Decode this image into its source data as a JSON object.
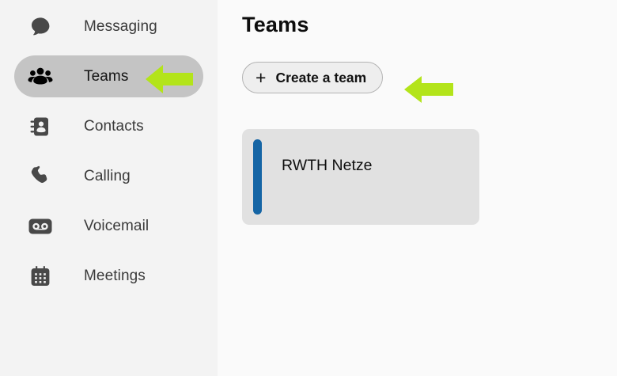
{
  "app": {
    "sidebar_bg": "#f3f3f3",
    "content_bg": "#fafafa",
    "accent_blue": "#1565a5",
    "highlight_green": "#b3e41a",
    "selected_pill_bg": "#c4c4c4"
  },
  "sidebar": {
    "items": [
      {
        "label": "Messaging",
        "icon": "chat-bubble-icon",
        "selected": false
      },
      {
        "label": "Teams",
        "icon": "people-group-icon",
        "selected": true
      },
      {
        "label": "Contacts",
        "icon": "address-book-icon",
        "selected": false
      },
      {
        "label": "Calling",
        "icon": "phone-handset-icon",
        "selected": false
      },
      {
        "label": "Voicemail",
        "icon": "voicemail-icon",
        "selected": false
      },
      {
        "label": "Meetings",
        "icon": "calendar-icon",
        "selected": false
      }
    ]
  },
  "main": {
    "title": "Teams",
    "create_team_button": {
      "label": "Create a team",
      "plus_glyph": "+",
      "icon": "plus-icon"
    },
    "teams": [
      {
        "name": "RWTH Netze",
        "accent_color": "#1565a5"
      }
    ]
  },
  "annotations": [
    {
      "name": "arrow-pointing-at-teams-nav-item",
      "icon": "left-arrow-icon",
      "color": "#b3e41a"
    },
    {
      "name": "arrow-pointing-at-create-team-button",
      "icon": "left-arrow-icon",
      "color": "#b3e41a"
    }
  ]
}
